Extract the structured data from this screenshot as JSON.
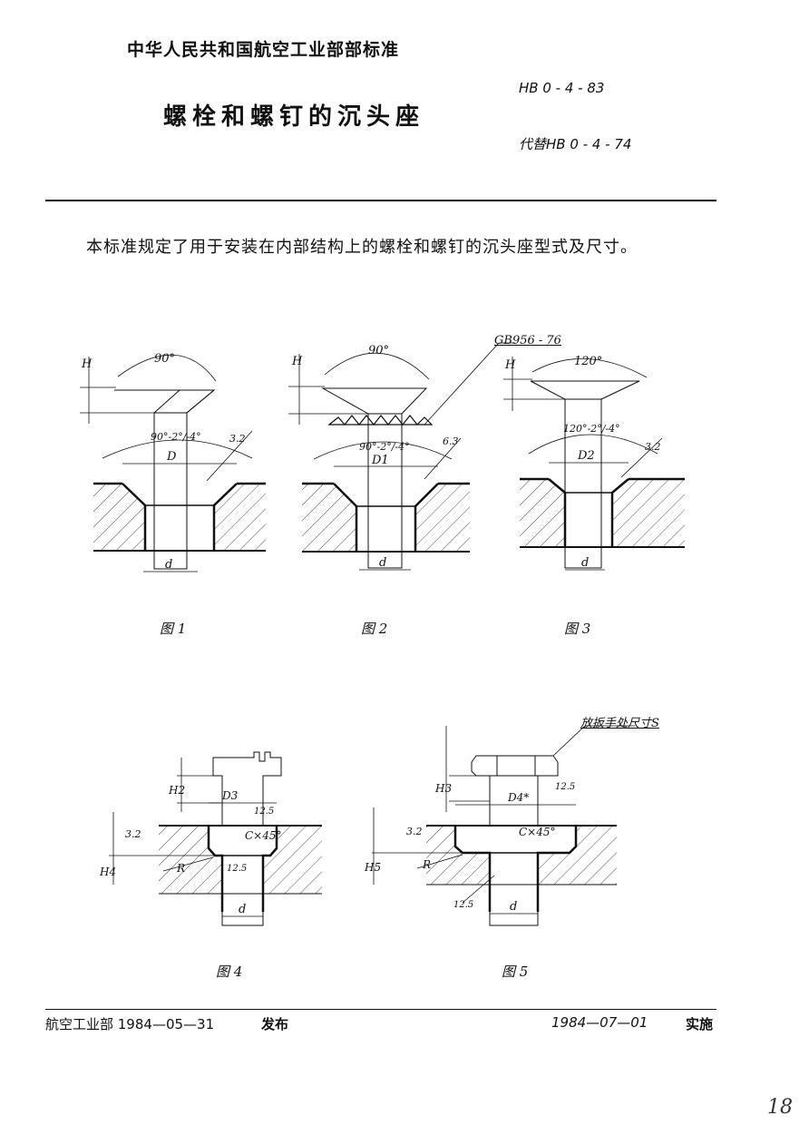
{
  "header": {
    "organization": "中华人民共和国航空工业部部标准",
    "title": "螺栓和螺钉的沉头座",
    "code": "HB 0 - 4 - 83",
    "replaces": "代替HB 0 - 4 - 74"
  },
  "intro": "本标准规定了用于安装在内部结构上的螺栓和螺钉的沉头座型式及尺寸。",
  "figures": {
    "fig1": {
      "caption": "图 1",
      "angle_top": "90°",
      "angle_bottom": "90°-2°/-4°",
      "roughness": "3.2",
      "dim_D": "D",
      "dim_d": "d",
      "dim_H": "H"
    },
    "fig2": {
      "caption": "图 2",
      "angle_top": "90°",
      "angle_bottom": "90°-2°/-4°",
      "roughness": "6.3",
      "dim_D": "D1",
      "dim_d": "d",
      "dim_H": "H",
      "std_ref": "GB956 - 76"
    },
    "fig3": {
      "caption": "图 3",
      "angle_top": "120°",
      "angle_bottom": "120°-2°/-4°",
      "roughness": "3.2",
      "dim_D": "D2",
      "dim_d": "d",
      "dim_H": "H"
    },
    "fig4": {
      "caption": "图 4",
      "dim_D": "D3",
      "chamfer": "C×45°",
      "roughness_a": "3.2",
      "roughness_b": "12.5",
      "roughness_c": "12.5",
      "dim_R": "R",
      "dim_d": "d",
      "dim_H2": "H2",
      "dim_H4": "H4"
    },
    "fig5": {
      "caption": "图 5",
      "dim_D": "D4*",
      "chamfer": "C×45°",
      "roughness_a": "3.2",
      "roughness_b": "12.5",
      "roughness_c": "12.5",
      "dim_R": "R",
      "dim_d": "d",
      "dim_H3": "H3",
      "dim_H5": "H5",
      "note": "放扳手处尺寸S"
    }
  },
  "footer": {
    "issuer": "航空工业部 1984—05—31",
    "issued": "发布",
    "effective_date": "1984—07—01",
    "effective": "实施"
  },
  "page_number": "18"
}
